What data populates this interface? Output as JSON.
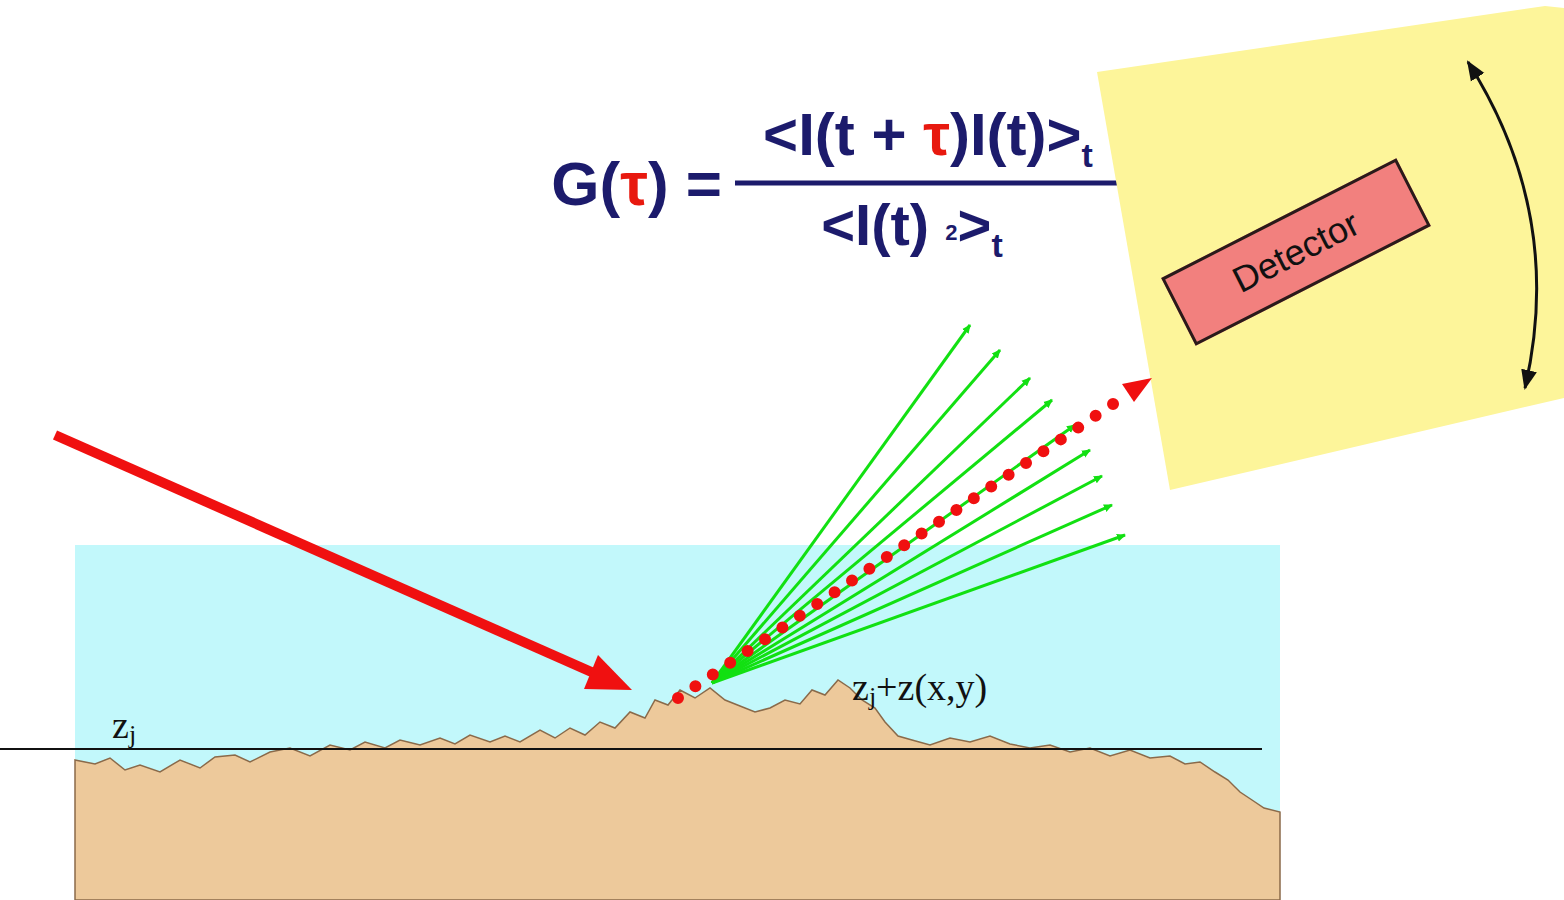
{
  "diagram": {
    "nodes": [
      {
        "text": [
          "Detector"
        ]
      }
    ],
    "labels": [
      "G(",
      "τ",
      ") =",
      "<I(t + ",
      "τ",
      ")I(t)>",
      "t",
      "<I(t) ",
      "2",
      ">",
      "t",
      "z",
      "j",
      "z",
      "j",
      "+z(x,y)"
    ]
  }
}
